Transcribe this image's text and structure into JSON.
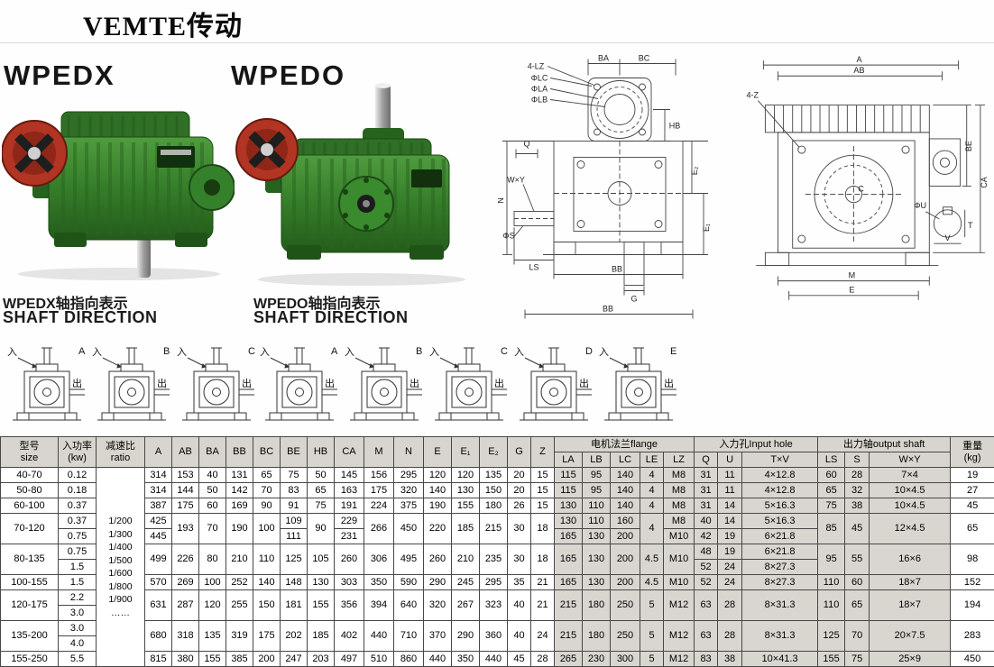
{
  "brand": {
    "logo_text": "VEMTE传动"
  },
  "models": {
    "left": "WPEDX",
    "right": "WPEDO"
  },
  "shaft_sections": [
    {
      "title_cn": "WPEDX轴指向表示",
      "title_en": "SHAFT DIRECTION",
      "diagram_labels": [
        "A",
        "B",
        "C"
      ]
    },
    {
      "title_cn": "WPEDO轴指向表示",
      "title_en": "SHAFT DIRECTION",
      "diagram_labels": [
        "A",
        "B",
        "C",
        "D",
        "E"
      ]
    }
  ],
  "marks": {
    "in": "入",
    "out": "出"
  },
  "d1": [
    "BA",
    "BC",
    "ΦLC",
    "ΦLA",
    "ΦLB",
    "4-LZ",
    "HB",
    "Q",
    "W×Y",
    "ΦS",
    "LS",
    "N",
    "E₂",
    "E₁",
    "BB",
    "G",
    "BB"
  ],
  "d2": [
    "A",
    "AB",
    "4-Z",
    "BE",
    "CA",
    "C",
    "ΦU",
    "T",
    "V",
    "M",
    "E"
  ],
  "colors": {
    "housing_green": "#357d29",
    "wheel_red": "#b23422",
    "header_gray": "#d8d5ce"
  },
  "table": {
    "header_row1": [
      {
        "t": "型号\nsize",
        "rs": 2
      },
      {
        "t": "入功率\n(kw)",
        "rs": 2
      },
      {
        "t": "减速比\nratio",
        "rs": 2
      },
      {
        "t": "A",
        "rs": 2
      },
      {
        "t": "AB",
        "rs": 2
      },
      {
        "t": "BA",
        "rs": 2
      },
      {
        "t": "BB",
        "rs": 2
      },
      {
        "t": "BC",
        "rs": 2
      },
      {
        "t": "BE",
        "rs": 2
      },
      {
        "t": "HB",
        "rs": 2
      },
      {
        "t": "CA",
        "rs": 2
      },
      {
        "t": "M",
        "rs": 2
      },
      {
        "t": "N",
        "rs": 2
      },
      {
        "t": "E",
        "rs": 2
      },
      {
        "t": "E₁",
        "rs": 2
      },
      {
        "t": "E₂",
        "rs": 2
      },
      {
        "t": "G",
        "rs": 2
      },
      {
        "t": "Z",
        "rs": 2
      },
      {
        "t": "电机法兰flange",
        "cs": 5
      },
      {
        "t": "入力孔Input hole",
        "cs": 3
      },
      {
        "t": "出力轴output shaft",
        "cs": 3
      },
      {
        "t": "重量\n(kg)",
        "rs": 2
      }
    ],
    "header_row2": [
      {
        "t": "LA"
      },
      {
        "t": "LB"
      },
      {
        "t": "LC"
      },
      {
        "t": "LE"
      },
      {
        "t": "LZ"
      },
      {
        "t": "Q"
      },
      {
        "t": "U"
      },
      {
        "t": "T×V"
      },
      {
        "t": "LS"
      },
      {
        "t": "S"
      },
      {
        "t": "W×Y"
      }
    ],
    "rows": [
      [
        {
          "t": "40-70"
        },
        {
          "t": "0.12"
        },
        {
          "t": "1/200\n1/300\n1/400\n1/500\n1/600\n1/800\n1/900\n……",
          "rs": 13
        },
        {
          "t": "314"
        },
        {
          "t": "153"
        },
        {
          "t": "40"
        },
        {
          "t": "131"
        },
        {
          "t": "65"
        },
        {
          "t": "75"
        },
        {
          "t": "50"
        },
        {
          "t": "145"
        },
        {
          "t": "156"
        },
        {
          "t": "295"
        },
        {
          "t": "120"
        },
        {
          "t": "120"
        },
        {
          "t": "135"
        },
        {
          "t": "20"
        },
        {
          "t": "15"
        },
        {
          "t": "115"
        },
        {
          "t": "95"
        },
        {
          "t": "140"
        },
        {
          "t": "4"
        },
        {
          "t": "M8"
        },
        {
          "t": "31"
        },
        {
          "t": "11"
        },
        {
          "t": "4×12.8"
        },
        {
          "t": "60"
        },
        {
          "t": "28"
        },
        {
          "t": "7×4"
        },
        {
          "t": "19"
        }
      ],
      [
        {
          "t": "50-80"
        },
        {
          "t": "0.18"
        },
        {
          "t": "314"
        },
        {
          "t": "144"
        },
        {
          "t": "50"
        },
        {
          "t": "142"
        },
        {
          "t": "70"
        },
        {
          "t": "83"
        },
        {
          "t": "65"
        },
        {
          "t": "163"
        },
        {
          "t": "175"
        },
        {
          "t": "320"
        },
        {
          "t": "140"
        },
        {
          "t": "130"
        },
        {
          "t": "150"
        },
        {
          "t": "20"
        },
        {
          "t": "15"
        },
        {
          "t": "115"
        },
        {
          "t": "95"
        },
        {
          "t": "140"
        },
        {
          "t": "4"
        },
        {
          "t": "M8"
        },
        {
          "t": "31"
        },
        {
          "t": "11"
        },
        {
          "t": "4×12.8"
        },
        {
          "t": "65"
        },
        {
          "t": "32"
        },
        {
          "t": "10×4.5"
        },
        {
          "t": "27"
        }
      ],
      [
        {
          "t": "60-100"
        },
        {
          "t": "0.37"
        },
        {
          "t": "387"
        },
        {
          "t": "175"
        },
        {
          "t": "60"
        },
        {
          "t": "169"
        },
        {
          "t": "90"
        },
        {
          "t": "91"
        },
        {
          "t": "75"
        },
        {
          "t": "191"
        },
        {
          "t": "224"
        },
        {
          "t": "375"
        },
        {
          "t": "190"
        },
        {
          "t": "155"
        },
        {
          "t": "180"
        },
        {
          "t": "26"
        },
        {
          "t": "15"
        },
        {
          "t": "130"
        },
        {
          "t": "110"
        },
        {
          "t": "140"
        },
        {
          "t": "4"
        },
        {
          "t": "M8"
        },
        {
          "t": "31"
        },
        {
          "t": "14"
        },
        {
          "t": "5×16.3"
        },
        {
          "t": "75"
        },
        {
          "t": "38"
        },
        {
          "t": "10×4.5"
        },
        {
          "t": "45"
        }
      ],
      [
        {
          "t": "70-120",
          "rs": 2
        },
        {
          "t": "0.37"
        },
        {
          "t": "425"
        },
        {
          "t": "193",
          "rs": 2
        },
        {
          "t": "70",
          "rs": 2
        },
        {
          "t": "190",
          "rs": 2
        },
        {
          "t": "100",
          "rs": 2
        },
        {
          "t": "109"
        },
        {
          "t": "90",
          "rs": 2
        },
        {
          "t": "229"
        },
        {
          "t": "266",
          "rs": 2
        },
        {
          "t": "450",
          "rs": 2
        },
        {
          "t": "220",
          "rs": 2
        },
        {
          "t": "185",
          "rs": 2
        },
        {
          "t": "215",
          "rs": 2
        },
        {
          "t": "30",
          "rs": 2
        },
        {
          "t": "18",
          "rs": 2
        },
        {
          "t": "130"
        },
        {
          "t": "110"
        },
        {
          "t": "160"
        },
        {
          "t": "4",
          "rs": 2
        },
        {
          "t": "M8"
        },
        {
          "t": "40"
        },
        {
          "t": "14"
        },
        {
          "t": "5×16.3"
        },
        {
          "t": "85",
          "rs": 2
        },
        {
          "t": "45",
          "rs": 2
        },
        {
          "t": "12×4.5",
          "rs": 2
        },
        {
          "t": "65",
          "rs": 2
        }
      ],
      [
        {
          "t": "0.75"
        },
        {
          "t": "445"
        },
        {
          "t": "111"
        },
        {
          "t": "231"
        },
        {
          "t": "165"
        },
        {
          "t": "130"
        },
        {
          "t": "200"
        },
        {
          "t": "M10"
        },
        {
          "t": "42"
        },
        {
          "t": "19"
        },
        {
          "t": "6×21.8"
        }
      ],
      [
        {
          "t": "80-135",
          "rs": 2
        },
        {
          "t": "0.75"
        },
        {
          "t": "499",
          "rs": 2
        },
        {
          "t": "226",
          "rs": 2
        },
        {
          "t": "80",
          "rs": 2
        },
        {
          "t": "210",
          "rs": 2
        },
        {
          "t": "110",
          "rs": 2
        },
        {
          "t": "125",
          "rs": 2
        },
        {
          "t": "105",
          "rs": 2
        },
        {
          "t": "260",
          "rs": 2
        },
        {
          "t": "306",
          "rs": 2
        },
        {
          "t": "495",
          "rs": 2
        },
        {
          "t": "260",
          "rs": 2
        },
        {
          "t": "210",
          "rs": 2
        },
        {
          "t": "235",
          "rs": 2
        },
        {
          "t": "30",
          "rs": 2
        },
        {
          "t": "18",
          "rs": 2
        },
        {
          "t": "165",
          "rs": 2
        },
        {
          "t": "130",
          "rs": 2
        },
        {
          "t": "200",
          "rs": 2
        },
        {
          "t": "4.5",
          "rs": 2
        },
        {
          "t": "M10",
          "rs": 2
        },
        {
          "t": "48"
        },
        {
          "t": "19"
        },
        {
          "t": "6×21.8"
        },
        {
          "t": "95",
          "rs": 2
        },
        {
          "t": "55",
          "rs": 2
        },
        {
          "t": "16×6",
          "rs": 2
        },
        {
          "t": "98",
          "rs": 2
        }
      ],
      [
        {
          "t": "1.5"
        },
        {
          "t": "52"
        },
        {
          "t": "24"
        },
        {
          "t": "8×27.3"
        }
      ],
      [
        {
          "t": "100-155"
        },
        {
          "t": "1.5"
        },
        {
          "t": "570"
        },
        {
          "t": "269"
        },
        {
          "t": "100"
        },
        {
          "t": "252"
        },
        {
          "t": "140"
        },
        {
          "t": "148"
        },
        {
          "t": "130"
        },
        {
          "t": "303"
        },
        {
          "t": "350"
        },
        {
          "t": "590"
        },
        {
          "t": "290"
        },
        {
          "t": "245"
        },
        {
          "t": "295"
        },
        {
          "t": "35"
        },
        {
          "t": "21"
        },
        {
          "t": "165"
        },
        {
          "t": "130"
        },
        {
          "t": "200"
        },
        {
          "t": "4.5"
        },
        {
          "t": "M10"
        },
        {
          "t": "52"
        },
        {
          "t": "24"
        },
        {
          "t": "8×27.3"
        },
        {
          "t": "110"
        },
        {
          "t": "60"
        },
        {
          "t": "18×7"
        },
        {
          "t": "152"
        }
      ],
      [
        {
          "t": "120-175",
          "rs": 2
        },
        {
          "t": "2.2"
        },
        {
          "t": "631",
          "rs": 2
        },
        {
          "t": "287",
          "rs": 2
        },
        {
          "t": "120",
          "rs": 2
        },
        {
          "t": "255",
          "rs": 2
        },
        {
          "t": "150",
          "rs": 2
        },
        {
          "t": "181",
          "rs": 2
        },
        {
          "t": "155",
          "rs": 2
        },
        {
          "t": "356",
          "rs": 2
        },
        {
          "t": "394",
          "rs": 2
        },
        {
          "t": "640",
          "rs": 2
        },
        {
          "t": "320",
          "rs": 2
        },
        {
          "t": "267",
          "rs": 2
        },
        {
          "t": "323",
          "rs": 2
        },
        {
          "t": "40",
          "rs": 2
        },
        {
          "t": "21",
          "rs": 2
        },
        {
          "t": "215",
          "rs": 2
        },
        {
          "t": "180",
          "rs": 2
        },
        {
          "t": "250",
          "rs": 2
        },
        {
          "t": "5",
          "rs": 2
        },
        {
          "t": "M12",
          "rs": 2
        },
        {
          "t": "63",
          "rs": 2
        },
        {
          "t": "28",
          "rs": 2
        },
        {
          "t": "8×31.3",
          "rs": 2
        },
        {
          "t": "110",
          "rs": 2
        },
        {
          "t": "65",
          "rs": 2
        },
        {
          "t": "18×7",
          "rs": 2
        },
        {
          "t": "194",
          "rs": 2
        }
      ],
      [
        {
          "t": "3.0"
        }
      ],
      [
        {
          "t": "135-200",
          "rs": 2
        },
        {
          "t": "3.0"
        },
        {
          "t": "680",
          "rs": 2
        },
        {
          "t": "318",
          "rs": 2
        },
        {
          "t": "135",
          "rs": 2
        },
        {
          "t": "319",
          "rs": 2
        },
        {
          "t": "175",
          "rs": 2
        },
        {
          "t": "202",
          "rs": 2
        },
        {
          "t": "185",
          "rs": 2
        },
        {
          "t": "402",
          "rs": 2
        },
        {
          "t": "440",
          "rs": 2
        },
        {
          "t": "710",
          "rs": 2
        },
        {
          "t": "370",
          "rs": 2
        },
        {
          "t": "290",
          "rs": 2
        },
        {
          "t": "360",
          "rs": 2
        },
        {
          "t": "40",
          "rs": 2
        },
        {
          "t": "24",
          "rs": 2
        },
        {
          "t": "215",
          "rs": 2
        },
        {
          "t": "180",
          "rs": 2
        },
        {
          "t": "250",
          "rs": 2
        },
        {
          "t": "5",
          "rs": 2
        },
        {
          "t": "M12",
          "rs": 2
        },
        {
          "t": "63",
          "rs": 2
        },
        {
          "t": "28",
          "rs": 2
        },
        {
          "t": "8×31.3",
          "rs": 2
        },
        {
          "t": "125",
          "rs": 2
        },
        {
          "t": "70",
          "rs": 2
        },
        {
          "t": "20×7.5",
          "rs": 2
        },
        {
          "t": "283",
          "rs": 2
        }
      ],
      [
        {
          "t": "4.0"
        }
      ],
      [
        {
          "t": "155-250"
        },
        {
          "t": "5.5"
        },
        {
          "t": "815"
        },
        {
          "t": "380"
        },
        {
          "t": "155"
        },
        {
          "t": "385"
        },
        {
          "t": "200"
        },
        {
          "t": "247"
        },
        {
          "t": "203"
        },
        {
          "t": "497"
        },
        {
          "t": "510"
        },
        {
          "t": "860"
        },
        {
          "t": "440"
        },
        {
          "t": "350"
        },
        {
          "t": "440"
        },
        {
          "t": "45"
        },
        {
          "t": "28"
        },
        {
          "t": "265"
        },
        {
          "t": "230"
        },
        {
          "t": "300"
        },
        {
          "t": "5"
        },
        {
          "t": "M12"
        },
        {
          "t": "83"
        },
        {
          "t": "38"
        },
        {
          "t": "10×41.3"
        },
        {
          "t": "155"
        },
        {
          "t": "75"
        },
        {
          "t": "25×9"
        },
        {
          "t": "450"
        }
      ]
    ]
  }
}
